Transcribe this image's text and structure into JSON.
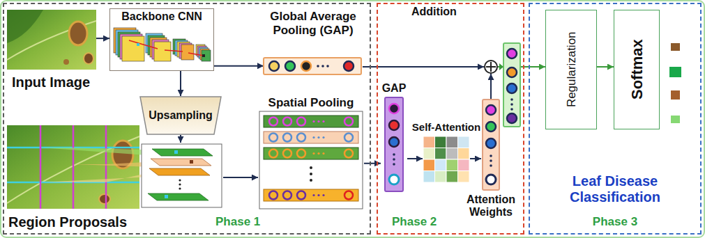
{
  "diagram": {
    "nodes": [
      {
        "text": [
          "Phase 1"
        ]
      },
      {
        "text": [
          "Input Image"
        ],
        "in": 0
      },
      {
        "text": [
          "Backbone CNN"
        ],
        "in": 0
      },
      {
        "text": [
          "Global Average Pooling (GAP)"
        ],
        "in": 0
      },
      {
        "text": [
          "Upsampling"
        ],
        "in": 0
      },
      {
        "text": [
          "Region Proposals"
        ],
        "in": 0
      },
      {
        "text": [
          "Spatial Pooling"
        ],
        "in": 0
      },
      {
        "text": [
          "Phase 2"
        ]
      },
      {
        "text": [
          "GAP"
        ],
        "in": 7
      },
      {
        "text": [
          "Self-Attention"
        ],
        "in": 7
      },
      {
        "text": [
          "Attention Weights"
        ],
        "in": 7
      },
      {
        "text": [
          "Addition"
        ],
        "in": 7
      },
      {
        "text": [
          "Leaf Disease Classification",
          "Phase 3"
        ]
      },
      {
        "text": [
          "Regularization"
        ],
        "in": 12
      },
      {
        "text": [
          "Softmax"
        ],
        "in": 12
      }
    ],
    "edges": [
      {
        "from": 1,
        "to": 2,
        "arrow": "to"
      },
      {
        "from": 2,
        "to": 3,
        "arrow": "to"
      },
      {
        "from": 2,
        "to": 4,
        "arrow": "to"
      },
      {
        "from": 4,
        "to": 5,
        "arrow": "to"
      },
      {
        "from": 5,
        "to": 6,
        "arrow": "to"
      },
      {
        "from": 6,
        "to": 8,
        "arrow": "to"
      },
      {
        "from": 8,
        "to": 9,
        "arrow": "to"
      },
      {
        "from": 9,
        "to": 10,
        "arrow": "to"
      },
      {
        "from": 10,
        "to": 11,
        "arrow": "to"
      },
      {
        "from": 3,
        "to": 11,
        "arrow": "to"
      },
      {
        "from": 11,
        "to": 13,
        "arrow": "to"
      },
      {
        "from": 13,
        "to": 14,
        "arrow": "to"
      }
    ]
  }
}
